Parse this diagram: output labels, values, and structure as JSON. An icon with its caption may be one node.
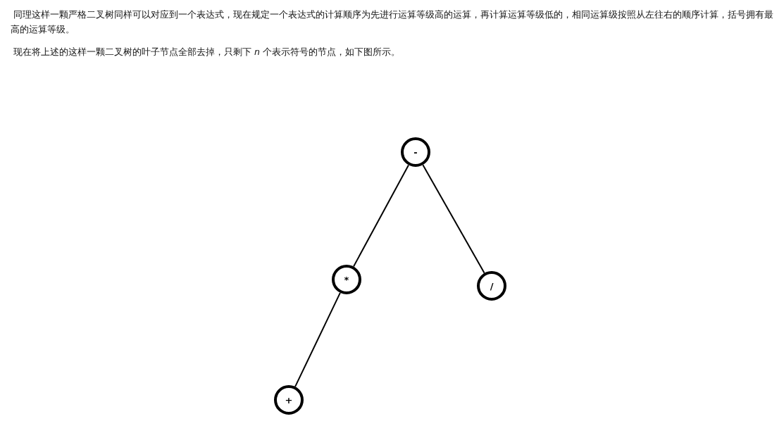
{
  "diagram": {
    "nodes": [
      {
        "text": [
          "-"
        ]
      },
      {
        "text": [
          "*"
        ]
      },
      {
        "text": [
          "/"
        ]
      },
      {
        "text": [
          "+"
        ]
      }
    ],
    "edges": [
      {
        "from": 0,
        "to": 1,
        "arrow": "none"
      },
      {
        "from": 0,
        "to": 2,
        "arrow": "none"
      },
      {
        "from": 1,
        "to": 3,
        "arrow": "none"
      }
    ],
    "labels": [
      "同理这样一颗严格二叉树同样可以对应到一个表达式，现在规定一个表达式的计算顺序为先进行运算等级高的运算，再计算运算等级低的，相同运算级按照从左往右的顺序计算，括号拥有最高的运算等级。",
      "现在将上述的这样一颗二叉树的叶子节点全部去掉，只剩下 *n* 个表示符号的节点，如下图所示。"
    ]
  }
}
